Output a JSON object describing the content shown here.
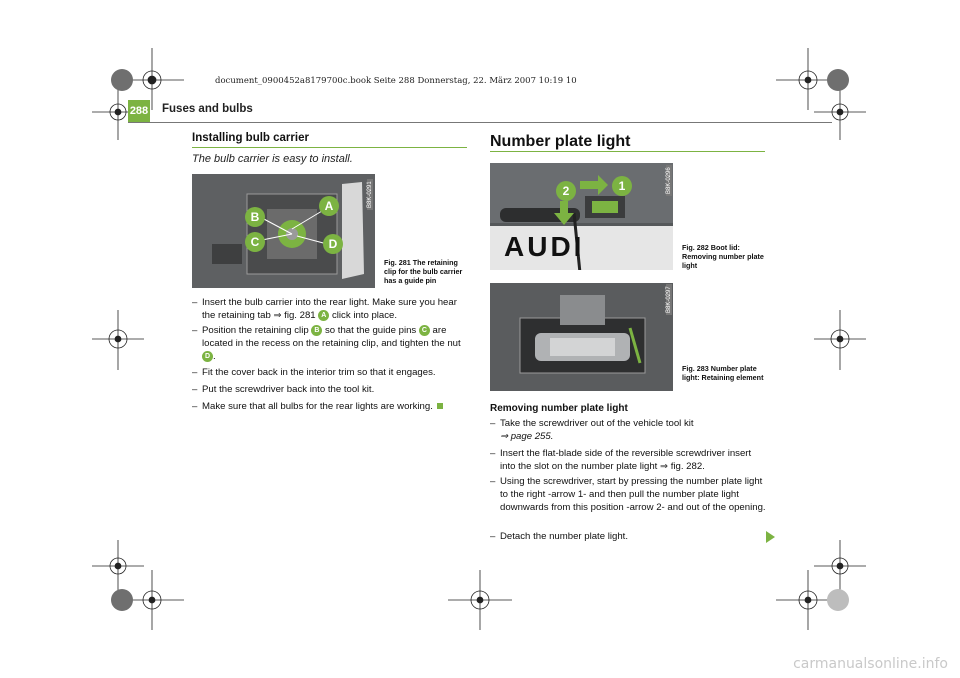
{
  "top_file_line": "document_0900452a8179700c.book  Seite 288  Donnerstag, 22. März 2007  10:19 10",
  "header": {
    "page_number": "288",
    "title": "Fuses and bulbs"
  },
  "left": {
    "heading": "Installing bulb carrier",
    "subtitle": "The bulb carrier is easy to install.",
    "figure": {
      "code": "B8K-0291",
      "caption": "Fig. 281  The retaining clip for the bulb carrier has a guide pin",
      "labels": [
        "A",
        "B",
        "C",
        "D"
      ]
    },
    "steps": [
      {
        "dash": "–",
        "text_before": "Insert the bulb carrier into the rear light. Make sure you hear the retaining tab ⇒ fig. 281",
        "badge": "A",
        "text_after": " click into place."
      },
      {
        "dash": "–",
        "text_before": "Position the retaining clip",
        "badge": "B",
        "text_mid": " so that the guide pins",
        "badge2": "C",
        "text_after": " are located in the recess on the retaining clip, and tighten the nut",
        "badge3": "D",
        "text_end": "."
      },
      {
        "dash": "–",
        "text": "Fit the cover back in the interior trim so that it engages."
      },
      {
        "dash": "–",
        "text": "Put the screwdriver back into the tool kit."
      },
      {
        "dash": "–",
        "text": "Make sure that all bulbs for the rear lights are working."
      }
    ]
  },
  "right": {
    "heading": "Number plate light",
    "figure1": {
      "code": "B8K-0296",
      "caption": "Fig. 282  Boot lid: Removing number plate light",
      "plate_text": "AUDI",
      "arrow1": "1",
      "arrow2": "2"
    },
    "figure2": {
      "code": "B8K-0297",
      "caption": "Fig. 283  Number plate light: Retaining element"
    },
    "subheading": "Removing number plate light",
    "steps": [
      {
        "dash": "–",
        "text": "Take the screwdriver out of the vehicle tool kit",
        "ref": "⇒ page 255."
      },
      {
        "dash": "–",
        "text": "Insert the flat-blade side of the reversible screwdriver insert into the slot on the number plate light ⇒ fig. 282."
      },
      {
        "dash": "–",
        "text": "Using the screwdriver, start by pressing the number plate light to the right -arrow 1- and then pull the number plate light downwards from this position -arrow 2- and out of the opening."
      },
      {
        "dash": "–",
        "text": "Detach the number plate light."
      }
    ]
  },
  "watermark": "carmanualsonline.info",
  "colors": {
    "accent": "#7cb342",
    "figure_bg": "#585a5c"
  }
}
